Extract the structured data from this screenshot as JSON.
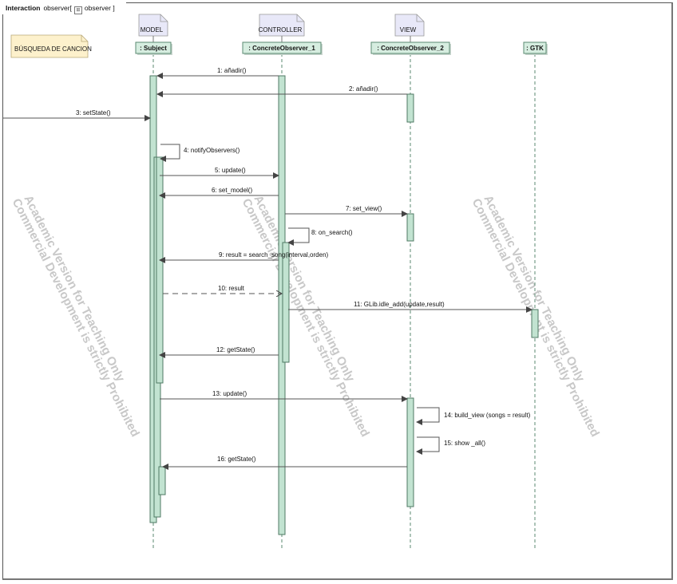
{
  "frame": {
    "keyword": "Interaction",
    "name": "observer",
    "icon": "sequence-diagram-icon",
    "ref_name": "observer"
  },
  "note": {
    "text": "BÚSQUEDA DE CANCION",
    "fill": "#fdf1cc"
  },
  "colors": {
    "lifeline_head_fill": "#d6ede0",
    "lifeline_head_stroke": "#5b8a72",
    "activation_fill": "#c2e3d1",
    "activation_stroke": "#4f7a64",
    "stereotype_note_fill": "#e8e8f8",
    "message_line": "#555555",
    "watermark": "#c8c8c8"
  },
  "lifelines": [
    {
      "id": "model",
      "name": ": Subject",
      "note": "MODEL"
    },
    {
      "id": "controller",
      "name": ": ConcreteObserver_1",
      "note": "CONTROLLER"
    },
    {
      "id": "view",
      "name": ": ConcreteObserver_2",
      "note": "VIEW"
    },
    {
      "id": "gtk",
      "name": ": GTK",
      "note": null
    }
  ],
  "messages": [
    {
      "label": "1: añadir()",
      "from": "controller",
      "to": "model",
      "kind": "sync"
    },
    {
      "label": "2: añadir()",
      "from": "view",
      "to": "model",
      "kind": "sync"
    },
    {
      "label": "3: setState()",
      "from": "gate",
      "to": "model",
      "kind": "sync"
    },
    {
      "label": "4: notifyObservers()",
      "from": "model",
      "to": "model",
      "kind": "self"
    },
    {
      "label": "5: update()",
      "from": "model",
      "to": "controller",
      "kind": "sync"
    },
    {
      "label": "6: set_model()",
      "from": "controller",
      "to": "model",
      "kind": "sync"
    },
    {
      "label": "7: set_view()",
      "from": "controller",
      "to": "view",
      "kind": "sync"
    },
    {
      "label": "8: on_search()",
      "from": "controller",
      "to": "controller",
      "kind": "self"
    },
    {
      "label": "9: result = search_song(interval,orden)",
      "from": "controller",
      "to": "model",
      "kind": "sync"
    },
    {
      "label": "10: result",
      "from": "model",
      "to": "controller",
      "kind": "reply"
    },
    {
      "label": "11: GLib.idle_add(update,result)",
      "from": "controller",
      "to": "gtk",
      "kind": "sync"
    },
    {
      "label": "12: getState()",
      "from": "controller",
      "to": "model",
      "kind": "sync"
    },
    {
      "label": "13: update()",
      "from": "model",
      "to": "view",
      "kind": "sync"
    },
    {
      "label": "14: build_view (songs = result)",
      "from": "view",
      "to": "view",
      "kind": "self"
    },
    {
      "label": "15: show _all()",
      "from": "view",
      "to": "view",
      "kind": "self"
    },
    {
      "label": "16: getState()",
      "from": "view",
      "to": "model",
      "kind": "sync"
    }
  ],
  "watermark": {
    "line1": "Academic Version for Teaching Only",
    "line2": "Commercial Development is strictly Prohibited"
  }
}
